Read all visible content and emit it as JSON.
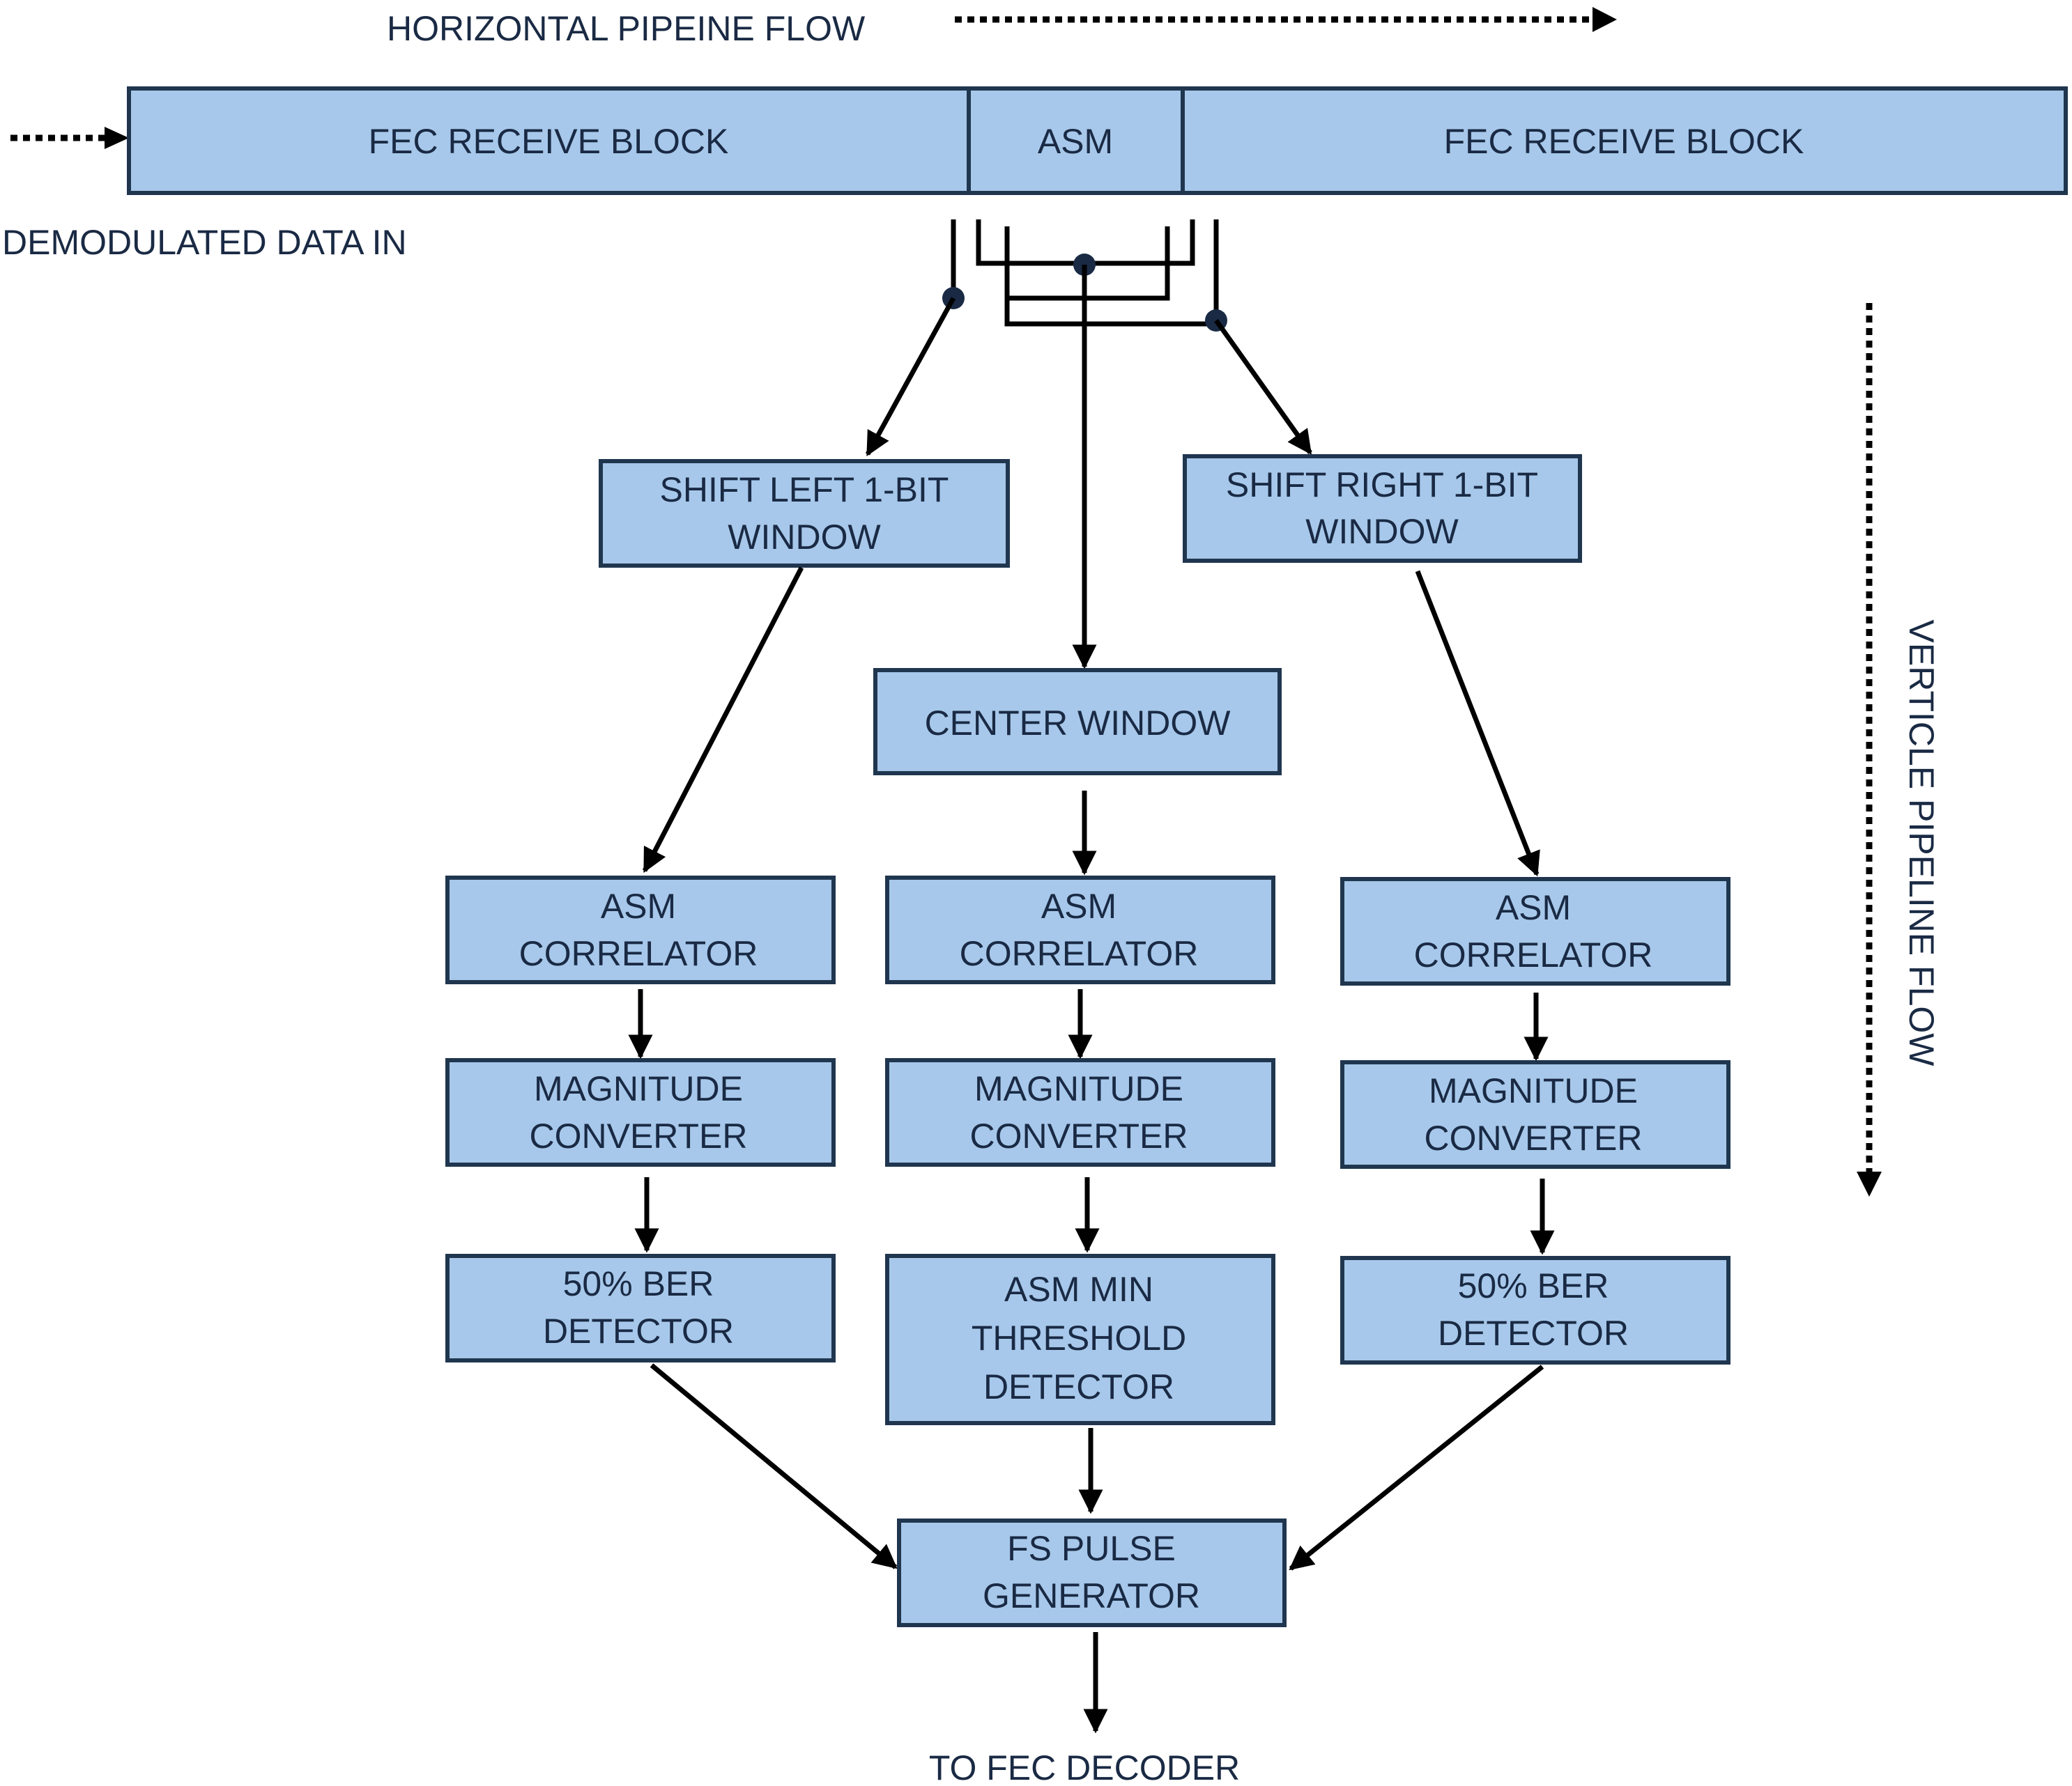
{
  "labels": {
    "horizontal_flow": "HORIZONTAL PIPEINE FLOW",
    "vertical_flow": "VERTICLE  PIPELINE FLOW",
    "data_in": "DEMODULATED DATA IN",
    "output": "TO FEC DECODER"
  },
  "stream": {
    "fec_left": "FEC RECEIVE BLOCK",
    "asm": "ASM",
    "fec_right": "FEC RECEIVE BLOCK"
  },
  "windows": {
    "shift_left": [
      "SHIFT LEFT 1-BIT",
      "WINDOW"
    ],
    "center": [
      "CENTER WINDOW"
    ],
    "shift_right": [
      "SHIFT RIGHT 1-BIT",
      "WINDOW"
    ]
  },
  "left_chain": {
    "correlator": [
      "ASM",
      "CORRELATOR"
    ],
    "magnitude": [
      "MAGNITUDE",
      "CONVERTER"
    ],
    "detector": [
      "50% BER",
      "DETECTOR"
    ]
  },
  "center_chain": {
    "correlator": [
      "ASM",
      "CORRELATOR"
    ],
    "magnitude": [
      "MAGNITUDE",
      "CONVERTER"
    ],
    "detector": [
      "ASM MIN",
      "THRESHOLD",
      "DETECTOR"
    ]
  },
  "right_chain": {
    "correlator": [
      "ASM",
      "CORRELATOR"
    ],
    "magnitude": [
      "MAGNITUDE",
      "CONVERTER"
    ],
    "detector": [
      "50% BER",
      "DETECTOR"
    ]
  },
  "pulse_generator": [
    "FS PULSE",
    "GENERATOR"
  ],
  "colors": {
    "box_fill": "#a7c8ea",
    "box_border": "#20364f",
    "text": "#1a2a44",
    "line": "#000000"
  }
}
